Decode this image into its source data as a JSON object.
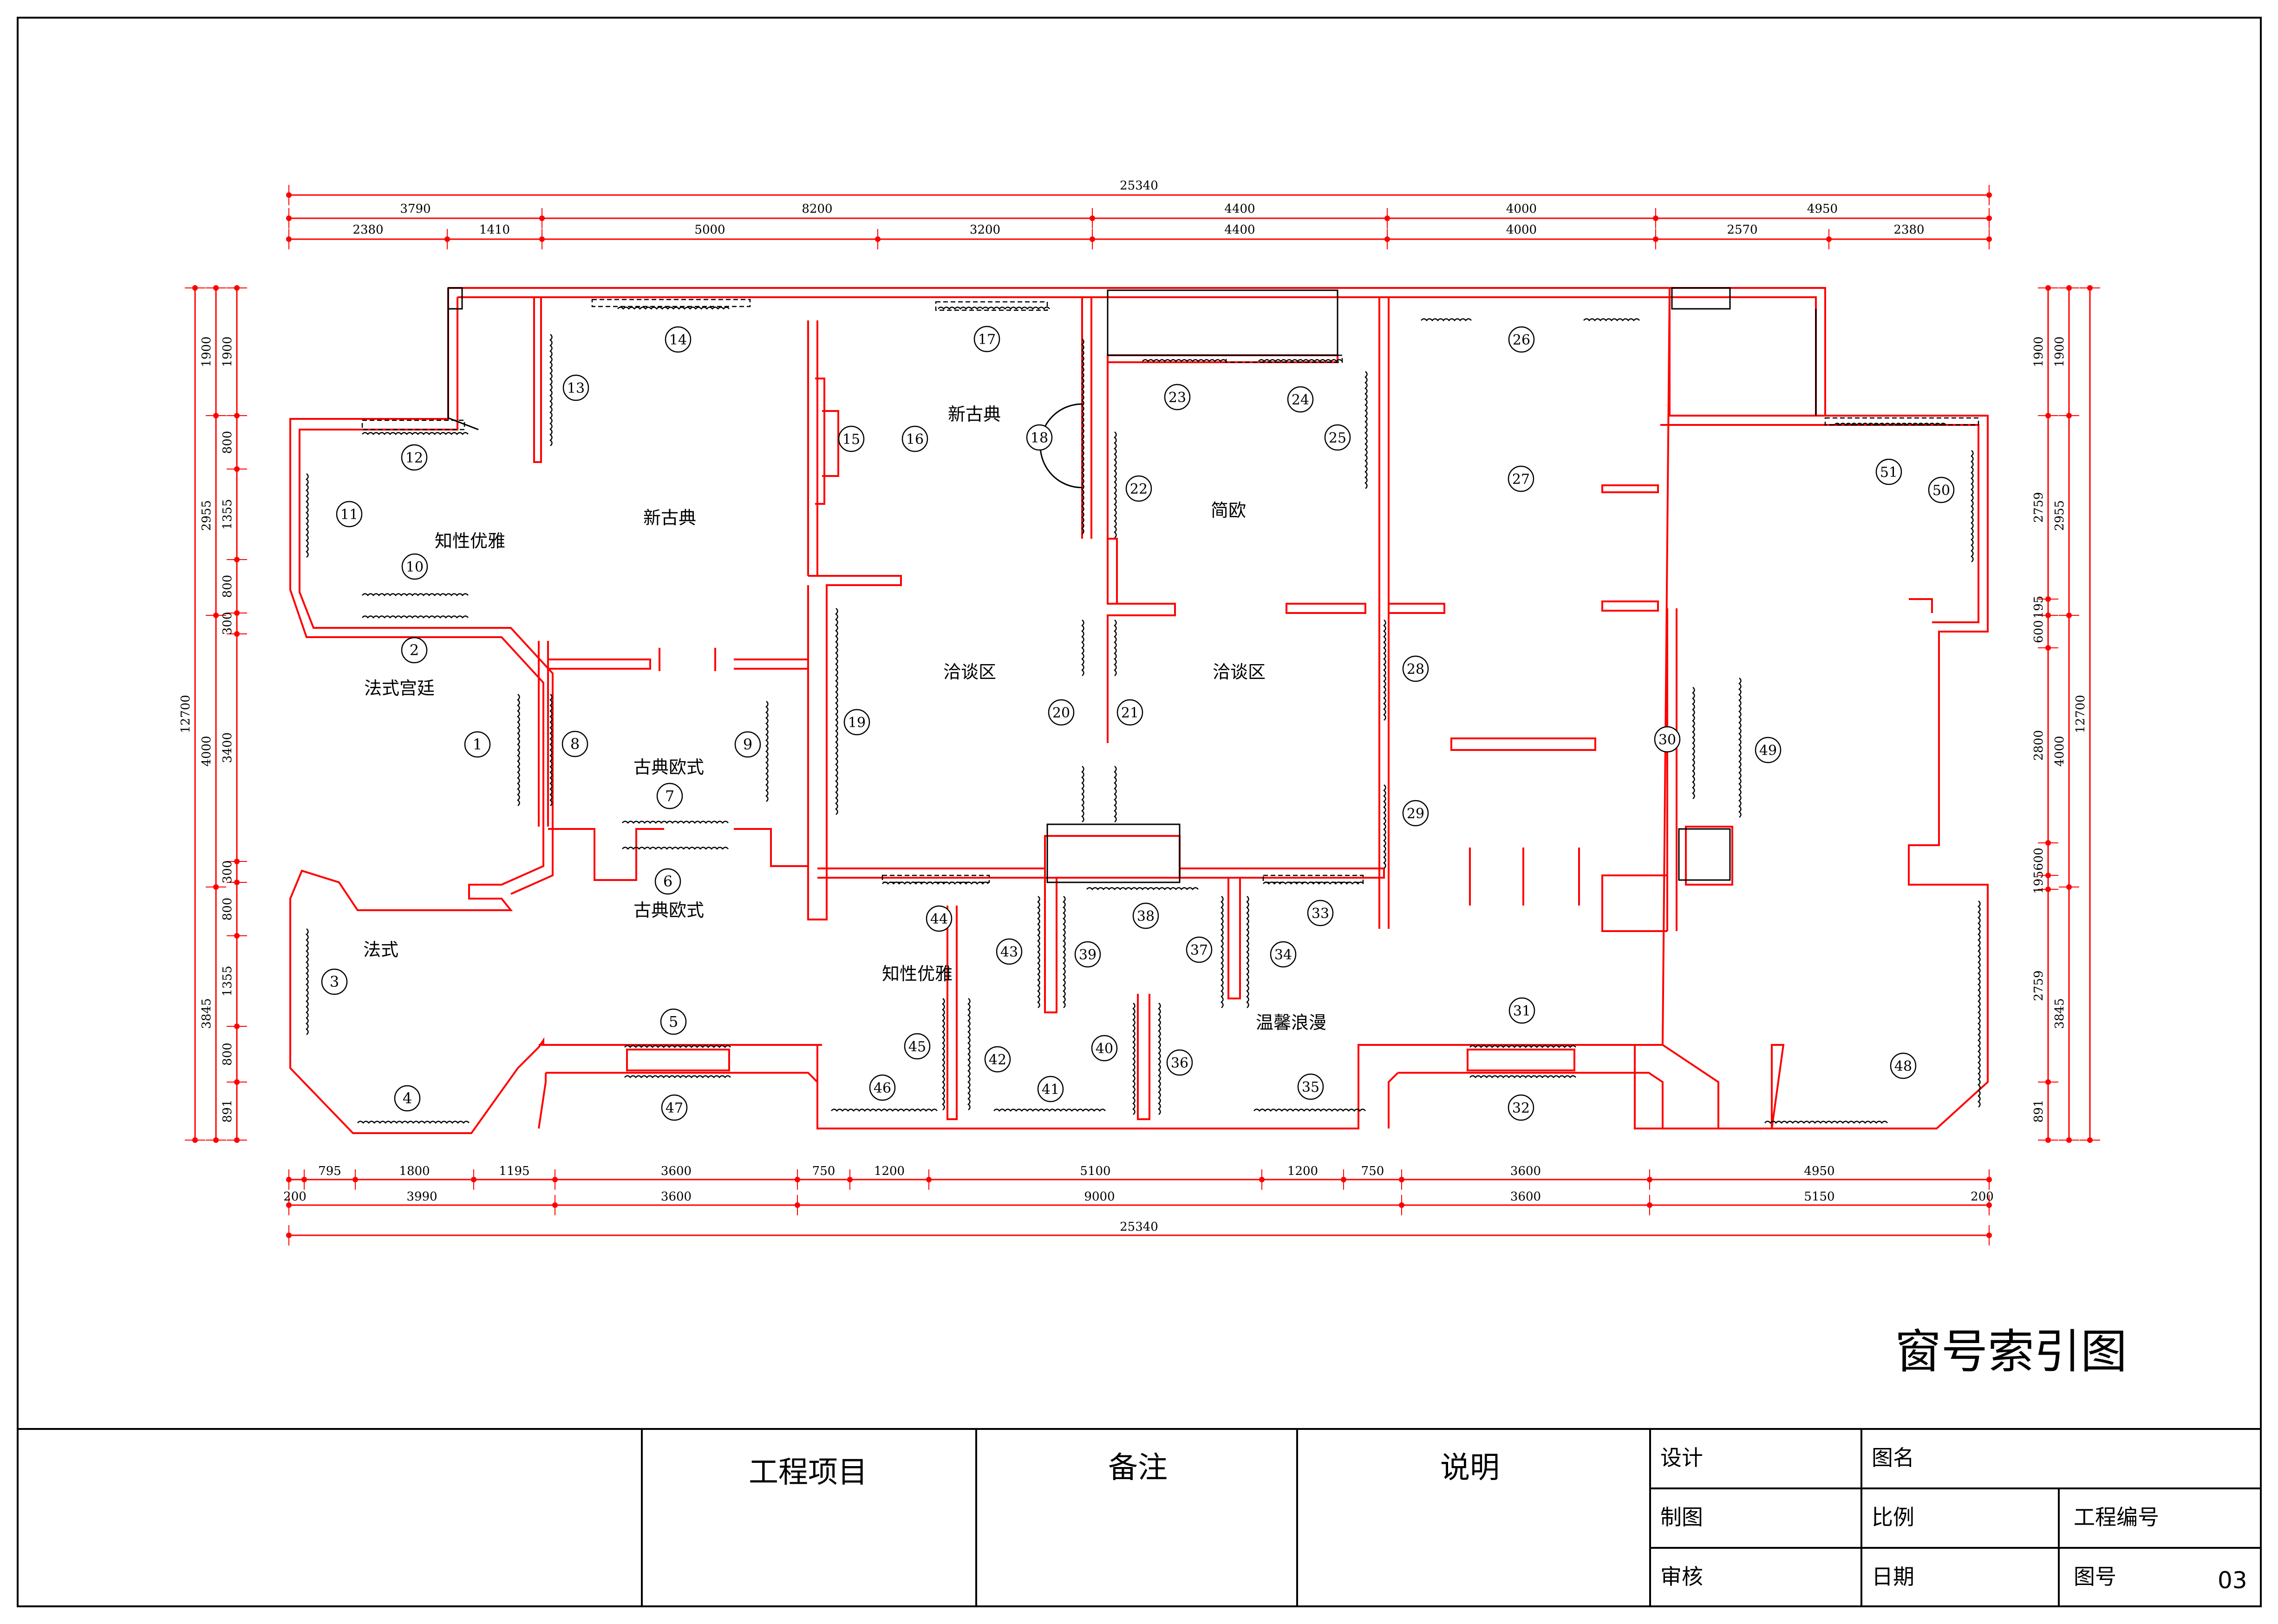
{
  "drawing": {
    "title": "窗号索引图",
    "overall_width_label": "25340",
    "overall_height_label": "12700"
  },
  "dimensions": {
    "top_row1": [
      "3790",
      "8200",
      "4400",
      "4000",
      "4950"
    ],
    "top_row2": [
      "2380",
      "1410",
      "5000",
      "3200",
      "4400",
      "4000",
      "2570",
      "2380"
    ],
    "bottom_row1": [
      "795",
      "1800",
      "1195",
      "3600",
      "750",
      "1200",
      "5100",
      "1200",
      "750",
      "3600",
      "4950"
    ],
    "bottom_row2": [
      "200",
      "3990",
      "3600",
      "9000",
      "3600",
      "5150",
      "200"
    ],
    "left_outer": [
      "1900",
      "2955",
      "4000",
      "3845"
    ],
    "left_inner": [
      "1900",
      "800",
      "1355",
      "800",
      "300",
      "3400",
      "300",
      "800",
      "1355",
      "800",
      "891"
    ],
    "right_outer": [
      "1900",
      "2955",
      "4000",
      "3845"
    ],
    "right_inner": [
      "1900",
      "2759",
      "195",
      "600",
      "2800",
      "600",
      "195",
      "2759",
      "891"
    ]
  },
  "rooms": [
    {
      "label": "知性优雅"
    },
    {
      "label": "新古典"
    },
    {
      "label": "新古典"
    },
    {
      "label": "简欧"
    },
    {
      "label": "法式宫廷"
    },
    {
      "label": "古典欧式"
    },
    {
      "label": "古典欧式"
    },
    {
      "label": "洽谈区"
    },
    {
      "label": "洽谈区"
    },
    {
      "label": "法式"
    },
    {
      "label": "知性优雅"
    },
    {
      "label": "温馨浪漫"
    }
  ],
  "window_markers": [
    "1",
    "2",
    "3",
    "4",
    "5",
    "6",
    "7",
    "8",
    "9",
    "10",
    "11",
    "12",
    "13",
    "14",
    "15",
    "16",
    "17",
    "18",
    "19",
    "20",
    "21",
    "22",
    "23",
    "24",
    "25",
    "26",
    "27",
    "28",
    "29",
    "30",
    "31",
    "32",
    "33",
    "34",
    "35",
    "36",
    "37",
    "38",
    "39",
    "40",
    "41",
    "42",
    "43",
    "44",
    "45",
    "46",
    "47",
    "48",
    "49",
    "50",
    "51"
  ],
  "title_block": {
    "project_label": "工程项目",
    "remarks_label": "备注",
    "notes_label": "说明",
    "design_label": "设计",
    "drawing_name_label": "图名",
    "drafting_label": "制图",
    "scale_label": "比例",
    "project_no_label": "工程编号",
    "review_label": "审核",
    "date_label": "日期",
    "sheet_no_label": "图号",
    "sheet_no_value": "03"
  },
  "colors": {
    "wall": "#ff0000",
    "frame": "#000000",
    "background": "#ffffff"
  }
}
